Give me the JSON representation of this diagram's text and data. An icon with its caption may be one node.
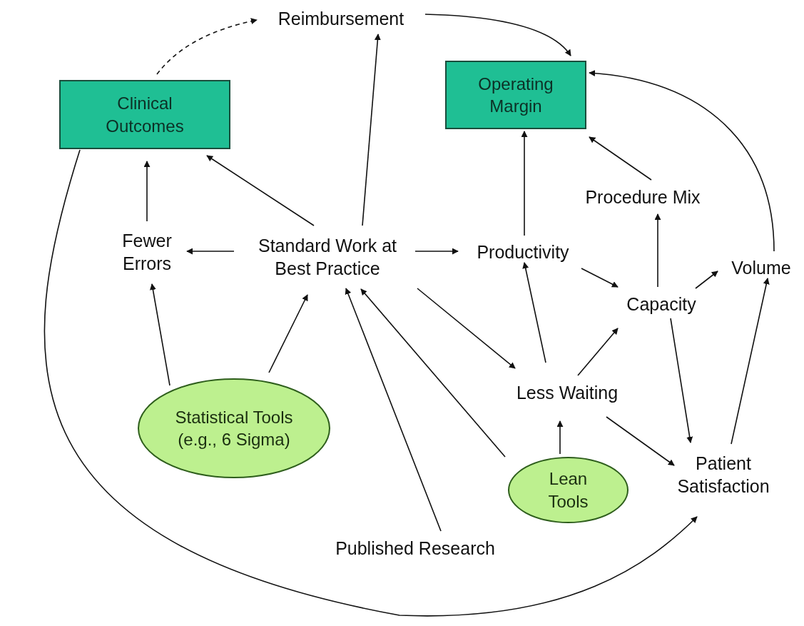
{
  "diagram": {
    "nodes": [
      {
        "text": [
          "Reimbursement"
        ]
      },
      {
        "text": [
          "Clinical Outcomes"
        ]
      },
      {
        "text": [
          "Operating Margin"
        ]
      },
      {
        "text": [
          "Fewer Errors"
        ]
      },
      {
        "text": [
          "Standard Work at Best Practice"
        ]
      },
      {
        "text": [
          "Productivity"
        ]
      },
      {
        "text": [
          "Procedure Mix"
        ]
      },
      {
        "text": [
          "Capacity"
        ]
      },
      {
        "text": [
          "Volume"
        ]
      },
      {
        "text": [
          "Less Waiting"
        ]
      },
      {
        "text": [
          "Statistical Tools (e.g., 6 Sigma)"
        ]
      },
      {
        "text": [
          "Lean Tools"
        ]
      },
      {
        "text": [
          "Patient Satisfaction"
        ]
      },
      {
        "text": [
          "Published Research"
        ]
      }
    ],
    "edges": [
      {
        "from": 1,
        "to": 0,
        "arrow": "to",
        "style": "dashed"
      },
      {
        "from": 0,
        "to": 2,
        "arrow": "to"
      },
      {
        "from": 4,
        "to": 0,
        "arrow": "to"
      },
      {
        "from": 3,
        "to": 1,
        "arrow": "to"
      },
      {
        "from": 4,
        "to": 1,
        "arrow": "to"
      },
      {
        "from": 4,
        "to": 3,
        "arrow": "to"
      },
      {
        "from": 4,
        "to": 5,
        "arrow": "to"
      },
      {
        "from": 5,
        "to": 2,
        "arrow": "to"
      },
      {
        "from": 6,
        "to": 2,
        "arrow": "to"
      },
      {
        "from": 8,
        "to": 2,
        "arrow": "to"
      },
      {
        "from": 5,
        "to": 7,
        "arrow": "to"
      },
      {
        "from": 7,
        "to": 6,
        "arrow": "to"
      },
      {
        "from": 7,
        "to": 8,
        "arrow": "to"
      },
      {
        "from": 4,
        "to": 9,
        "arrow": "to"
      },
      {
        "from": 9,
        "to": 5,
        "arrow": "to"
      },
      {
        "from": 9,
        "to": 7,
        "arrow": "to"
      },
      {
        "from": 9,
        "to": 12,
        "arrow": "to"
      },
      {
        "from": 7,
        "to": 12,
        "arrow": "to"
      },
      {
        "from": 12,
        "to": 8,
        "arrow": "to"
      },
      {
        "from": 11,
        "to": 9,
        "arrow": "to"
      },
      {
        "from": 11,
        "to": 4,
        "arrow": "to"
      },
      {
        "from": 13,
        "to": 4,
        "arrow": "to"
      },
      {
        "from": 10,
        "to": 3,
        "arrow": "to"
      },
      {
        "from": 10,
        "to": 4,
        "arrow": "to"
      },
      {
        "from": 1,
        "to": 12,
        "arrow": "to"
      }
    ]
  }
}
